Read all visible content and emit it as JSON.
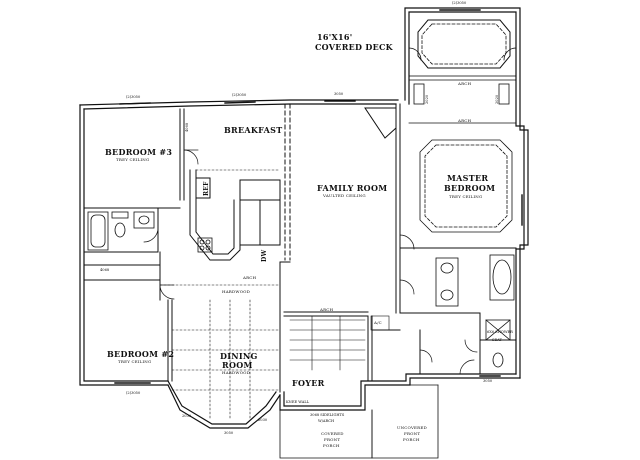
{
  "rooms": {
    "deck": {
      "line1": "16'X16'",
      "line2": "COVERED DECK"
    },
    "bedroom3": {
      "name": "BEDROOM #3",
      "note": "TREY CEILING"
    },
    "breakfast": {
      "name": "BREAKFAST"
    },
    "family": {
      "name": "FAMILY ROOM",
      "note": "VAULTED CEILING"
    },
    "master": {
      "line1": "MASTER",
      "line2": "BEDROOM",
      "note": "TREY CEILING"
    },
    "bedroom2": {
      "name": "BEDROOM #2",
      "note": "TREY CEILING"
    },
    "dining": {
      "line1": "DINING",
      "line2": "ROOM",
      "note": "HARDWOOD"
    },
    "foyer": {
      "name": "FOYER"
    },
    "covered_porch": {
      "line1": "COVERED",
      "line2": "FRONT",
      "line3": "PORCH"
    },
    "uncovered_porch": {
      "line1": "UNCOVERED",
      "line2": "FRONT",
      "line3": "PORCH"
    }
  },
  "labels": {
    "ref": "REF",
    "dw": "DW",
    "arch": "ARCH",
    "hardwood": "HARDWOOD",
    "ac": "A/C",
    "knee_wall": "KNEE WALL",
    "sidelights": "3068 SIDELIGHTS",
    "w_arch": "W/ARCH",
    "shower": "6X6 SHOWER",
    "seat": "SEAT"
  },
  "windows": {
    "top_deck": "(2)3050",
    "deck_right": "2020",
    "deck_left": "2020",
    "b3_top": "(2)3050",
    "b3_side": "4068",
    "bk_top": "(2)3050",
    "fam_top": "3050",
    "b2_bottom": "(2)3050",
    "door4068": "4068",
    "din1": "2030",
    "din2": "3050",
    "din3": "2030",
    "m_bottom": "3050",
    "porch_door": "3068"
  }
}
